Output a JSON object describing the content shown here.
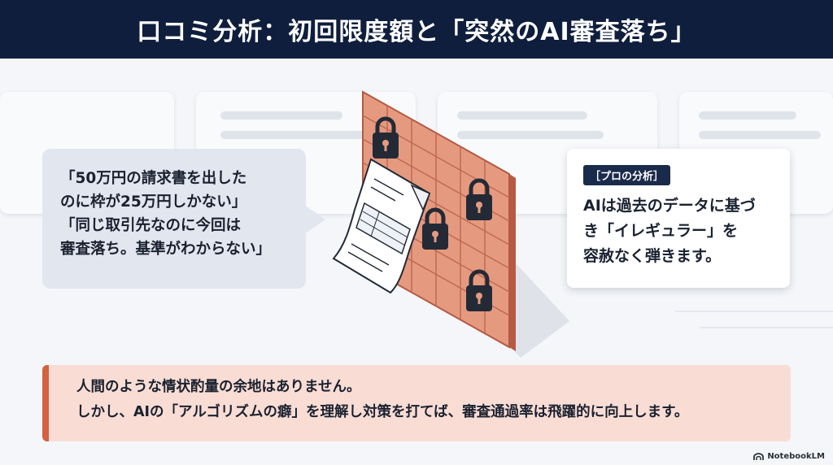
{
  "header": {
    "title": "口コミ分析：初回限度額と「突然のAI審査落ち」"
  },
  "quote": {
    "lines": [
      "「50万円の請求書を出した",
      "のに枠が25万円しかない」",
      "「同じ取引先なのに今回は",
      "審査落ち。基準がわからない」"
    ]
  },
  "pro_analysis": {
    "badge": "［プロの分析］",
    "lines": [
      "AIは過去のデータに基づ",
      "き「イレギュラー」を",
      "容赦なく弾きます。"
    ]
  },
  "note": {
    "lines": [
      "人間のような情状酌量の余地はありません。",
      "しかし、AIの「アルゴリズムの癖」を理解し対策を打てば、審査通過率は飛躍的に向上します。"
    ]
  },
  "logo": {
    "text": "NotebookLM"
  },
  "illustration": {
    "wall_icon": "brick-wall-icon",
    "lock_icon": "padlock-icon",
    "document_icon": "invoice-document-icon",
    "colors": {
      "brick": "#e59a80",
      "brick_dark": "#c9725a",
      "mortar": "#b45a44",
      "lock": "#232a36",
      "accent": "#d4613f",
      "navy": "#0f1e3d"
    }
  }
}
